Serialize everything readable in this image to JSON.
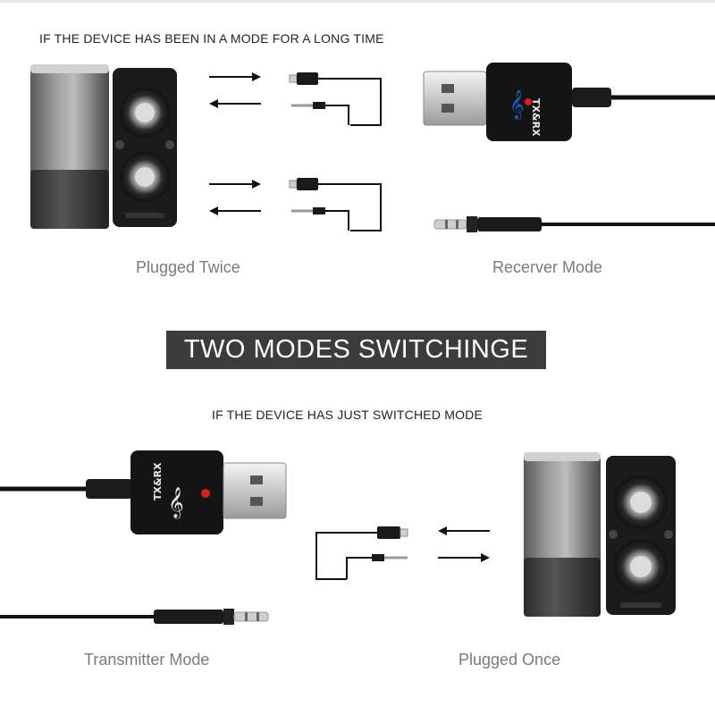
{
  "top_heading": "IF THE DEVICE HAS BEEN IN A MODE FOR A LONG TIME",
  "banner": "TWO MODES SWITCHINGE",
  "bottom_heading": "IF THE DEVICE HAS JUST SWITCHED MODE",
  "captions": {
    "plugged_twice": "Plugged Twice",
    "receiver_mode": "Recerver Mode",
    "transmitter_mode": "Transmitter Mode",
    "plugged_once": "Plugged Once"
  },
  "device_labels": {
    "receiver_dongle": "TX&RX",
    "transmitter_dongle": "TX&RX"
  },
  "colors": {
    "banner_bg": "#3c3c3c",
    "note_blue": "#1e5fc4",
    "note_red": "#d42020"
  }
}
